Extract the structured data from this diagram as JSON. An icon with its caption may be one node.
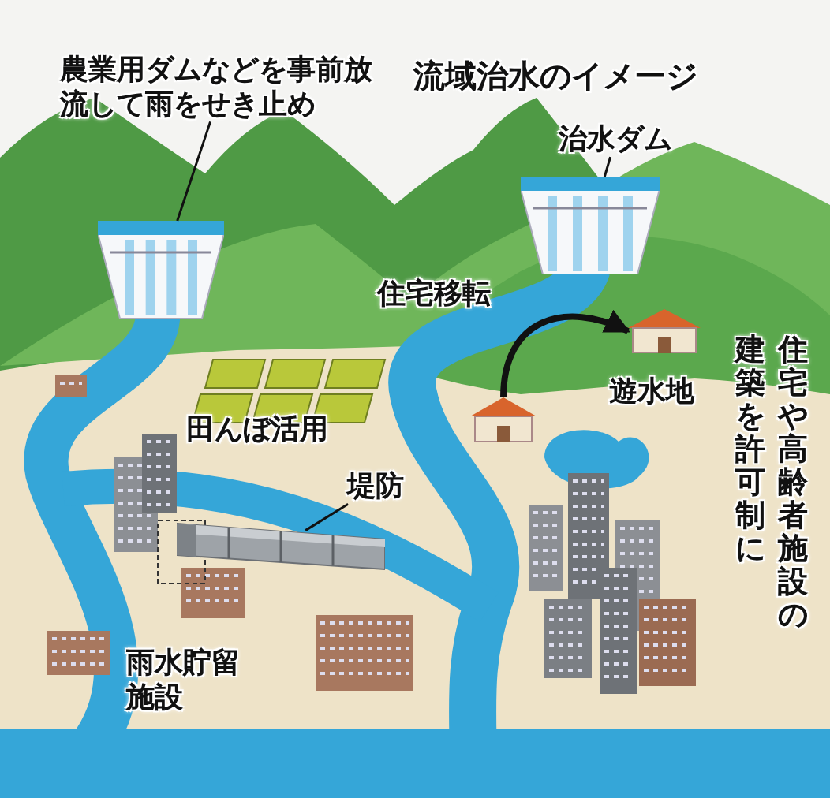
{
  "diagram": {
    "title": "流域治水のイメージ",
    "nodes": [
      {
        "text": [
          "農業用ダムなどを事前放流して雨をせき止め"
        ]
      },
      {
        "text": [],
        "shape": "picture"
      },
      {
        "text": [
          "治水ダム"
        ]
      },
      {
        "text": [],
        "shape": "picture"
      },
      {
        "text": [],
        "shape": "picture"
      },
      {
        "text": [],
        "shape": "picture"
      },
      {
        "text": [
          "堤防"
        ]
      },
      {
        "text": [],
        "shape": "picture"
      }
    ],
    "edges": [
      {
        "from": 0,
        "to": 1,
        "arrow": "none"
      },
      {
        "from": 2,
        "to": 3,
        "arrow": "none"
      },
      {
        "from": 4,
        "to": 5,
        "arrow": "to",
        "label": "住宅移転",
        "style": "thick"
      },
      {
        "from": 6,
        "to": 7,
        "arrow": "none"
      }
    ],
    "labels": [
      "田んぼ活用",
      "遊水地",
      "住宅や高齢者施設の建築を許可制に",
      "雨水貯留施設"
    ]
  }
}
